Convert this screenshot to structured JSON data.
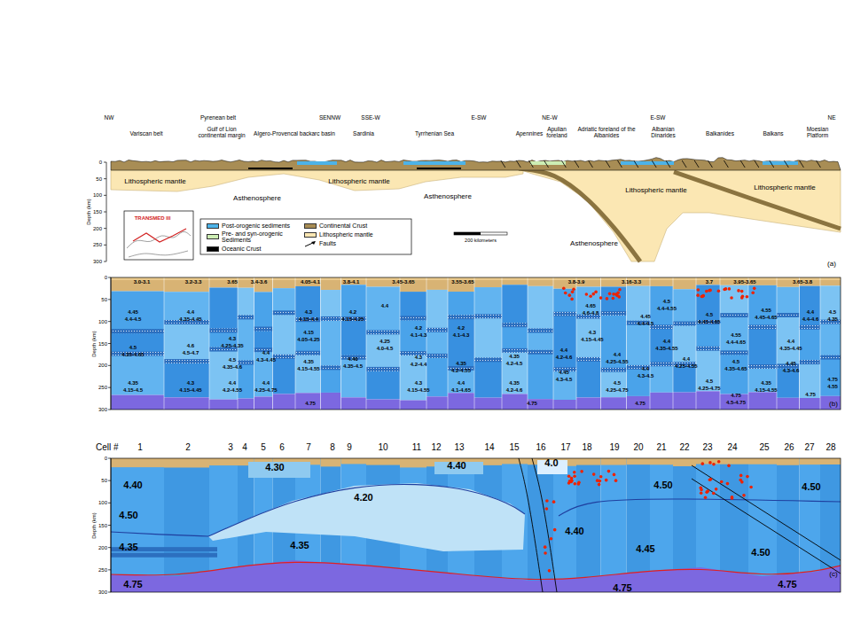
{
  "diagram": {
    "nodes": [
      {
        "text": [
          "Lithospheric mantle"
        ]
      },
      {
        "text": [
          "Asthenosphere"
        ]
      },
      {
        "text": [
          "Lithospheric mantle"
        ]
      },
      {
        "text": [
          "Asthenosphere"
        ]
      },
      {
        "text": [
          "Lithospheric mantle"
        ]
      },
      {
        "text": [
          "Asthenosphere"
        ]
      },
      {
        "text": [
          "Lithospheric mantle"
        ]
      }
    ],
    "labels": [
      "NW",
      "Pyrenean belt",
      "SENNW",
      "SSE-W",
      "E-SW",
      "NE-W",
      "E-SW",
      "NE",
      "Variscan belt",
      "Gulf of Lion continental margin",
      "Algero-Provencal backarc basin",
      "Sardinia",
      "Tyrrhenian Sea",
      "Apennines",
      "Apulian foreland",
      "Adriatic foreland of the Albanides",
      "Albanian Dinarides",
      "Balkanides",
      "Balkans",
      "Moesian Platform",
      "0",
      "50",
      "100",
      "150",
      "200",
      "250",
      "300",
      "Depth (km)",
      "TRANSMED III",
      "200 kilometers",
      "(a)",
      "0",
      "50",
      "100",
      "150",
      "200",
      "250",
      "300",
      "Depth (km)",
      "3.0-3.1",
      "3.2-3.3",
      "3.65",
      "3.4-3.6",
      "4.05-4.1",
      "3.8-4.1",
      "3.45-3.65",
      "3.55-3.65",
      "3.8-3.9",
      "3.16-3.3",
      "3.7",
      "3.95-3.65",
      "3.65-3.8",
      "4.45",
      "4.4-4.5",
      "4.5",
      "4.35-4.65",
      "4.35",
      "4.15-4.5",
      "4.4",
      "4.35-4.45",
      "4.6",
      "4.5-4.7",
      "4.3",
      "4.15-4.45",
      "4.3",
      "4.25-4.35",
      "4.5",
      "4.35-4.6",
      "4.4",
      "4.2-4.55",
      "4.4",
      "4.3-4.45",
      "4.4",
      "4.25-4.75",
      "4.3",
      "4.15-4.4",
      "4.15",
      "4.05-4.25",
      "4.35",
      "4.15-4.55",
      "4.2",
      "4.15-4.25",
      "4.40",
      "4.35-4.5",
      "4.4",
      "4.25",
      "4.0-4.5",
      "4.2",
      "4.1-4.3",
      "4.3",
      "4.2-4.4",
      "4.3",
      "4.15-4.55",
      "4.2",
      "4.1-4.3",
      "4.35",
      "4.2-4.55",
      "4.4",
      "4.1-4.65",
      "4.35",
      "4.2-4.5",
      "4.35",
      "4.2-4.6",
      "4.4",
      "4.2-4.6",
      "4.45",
      "4.3-4.5",
      "4.65",
      "4.6-4.8",
      "4.3",
      "4.15-4.45",
      "4.4",
      "4.25-4.55",
      "4.5",
      "4.25-4.75",
      "4.45",
      "4.4-4.5",
      "4.4",
      "4.3-4.5",
      "4.5",
      "4.4-4.55",
      "4.4",
      "4.35-4.55",
      "4.4",
      "4.25-4.55",
      "4.5",
      "4.45-4.65",
      "4.5",
      "4.25-4.75",
      "4.55",
      "4.4-4.65",
      "4.5",
      "4.35-4.65",
      "4.75",
      "4.5-4.75",
      "4.55",
      "4.45-4.65",
      "4.35",
      "4.15-4.55",
      "4.4",
      "4.35-4.45",
      "4.45",
      "4.3-4.6",
      "4.4",
      "4.4-4.6",
      "4.75",
      "4.5",
      "4.35",
      "4.75",
      "4.55",
      "4.75",
      "4.75",
      "4.75",
      "(b)",
      "Cell #",
      "1",
      "2",
      "3",
      "4",
      "5",
      "6",
      "7",
      "8",
      "9",
      "10",
      "11",
      "12",
      "13",
      "14",
      "15",
      "16",
      "17",
      "18",
      "19",
      "20",
      "21",
      "22",
      "23",
      "24",
      "25",
      "26",
      "27",
      "28",
      "0",
      "50",
      "100",
      "150",
      "200",
      "250",
      "300",
      "Depth (km)",
      "4.40",
      "4.30",
      "4.40",
      "4.0",
      "4.50",
      "4.50",
      "4.20",
      "4.50",
      "4.45",
      "4.50",
      "4.35",
      "4.35",
      "4.40",
      "4.75",
      "4.75",
      "4.75",
      "(c)"
    ],
    "legend": [
      {
        "text": "Post-orogenic sediments",
        "color": "#4db3e8"
      },
      {
        "text": "Pre- and syn-orogenic Sediments",
        "color": "#cdeeb4"
      },
      {
        "text": "Oceanic Crust",
        "color": "#000000"
      },
      {
        "text": "Continental Crust",
        "color": "#a88d55"
      },
      {
        "text": "Lithospheric mantle",
        "color": "#fbe7b3"
      },
      {
        "text": "Faults"
      }
    ]
  }
}
